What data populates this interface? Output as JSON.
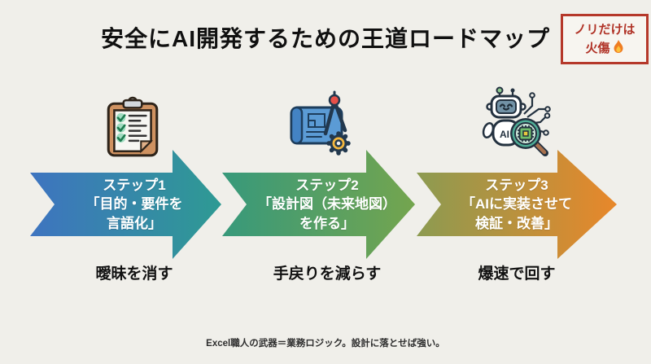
{
  "title": "安全にAI開発するための王道ロードマップ",
  "badge": {
    "line1": "ノリだけは",
    "line2": "火傷",
    "flame_emoji": "🔥"
  },
  "steps": [
    {
      "label": "ステップ1",
      "line1": "「目的・要件を",
      "line2": "言語化」",
      "tagline": "曖昧を消す",
      "icon": "clipboard-checklist-icon"
    },
    {
      "label": "ステップ2",
      "line1": "「設計図（未来地図）",
      "line2": "を作る」",
      "tagline": "手戻りを減らす",
      "icon": "blueprint-compass-icon"
    },
    {
      "label": "ステップ3",
      "line1": "「AIに実装させて",
      "line2": "検証・改善」",
      "tagline": "爆速で回す",
      "icon": "ai-robot-magnifier-icon"
    }
  ],
  "robot_label": "AI",
  "footer": "Excel職人の武器＝業務ロジック。設計に落とせば強い。",
  "colors": {
    "background": "#f0efea",
    "title_text": "#101010",
    "badge_red": "#b5382a",
    "step_text": "#ffffff",
    "tagline_text": "#111111",
    "arrow1_gradient": [
      "#3e74c0",
      "#2e9a93"
    ],
    "arrow2_gradient": [
      "#37997b",
      "#74a54e"
    ],
    "arrow3_gradient": [
      "#8c9b51",
      "#e8872a"
    ]
  }
}
